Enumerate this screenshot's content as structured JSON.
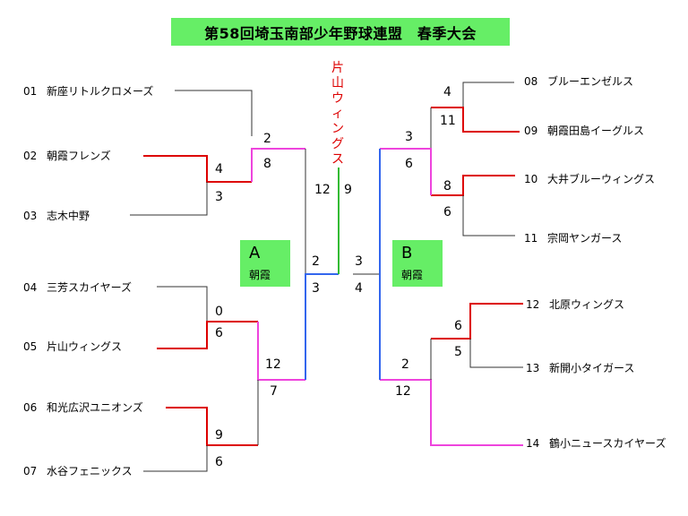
{
  "title": "第58回埼玉南部少年野球連盟　春季大会",
  "champion": "片山ウィングス",
  "colors": {
    "title_bg": "#66ee66",
    "winner_red": "#dd0000",
    "magenta": "#ee44dd",
    "blue": "#3366ee",
    "green": "#33bb33",
    "plain": "#333333"
  },
  "teams_left": [
    {
      "num": "01",
      "name": "新座リトルクロメーズ"
    },
    {
      "num": "02",
      "name": "朝霞フレンズ"
    },
    {
      "num": "03",
      "name": "志木中野"
    },
    {
      "num": "04",
      "name": "三芳スカイヤーズ"
    },
    {
      "num": "05",
      "name": "片山ウィングス"
    },
    {
      "num": "06",
      "name": "和光広沢ユニオンズ"
    },
    {
      "num": "07",
      "name": "水谷フェニックス"
    }
  ],
  "teams_right": [
    {
      "num": "08",
      "name": "ブルーエンゼルス"
    },
    {
      "num": "09",
      "name": "朝霞田島イーグルス"
    },
    {
      "num": "10",
      "name": "大井ブルーウィングス"
    },
    {
      "num": "11",
      "name": "宗岡ヤンガース"
    },
    {
      "num": "12",
      "name": "北原ウィングス"
    },
    {
      "num": "13",
      "name": "新開小タイガース"
    },
    {
      "num": "14",
      "name": "鶴小ニュースカイヤーズ"
    }
  ],
  "blocks": [
    {
      "letter": "A",
      "venue": "朝霞"
    },
    {
      "letter": "B",
      "venue": "朝霞"
    }
  ],
  "scores": {
    "l_r1_02": "4",
    "l_r1_03": "3",
    "l_r2_01": "2",
    "l_r2_w": "8",
    "l_r1_04": "0",
    "l_r1_05": "6",
    "l_r1_06": "9",
    "l_r1_07": "6",
    "l_r2_45": "12",
    "l_r2_67": "7",
    "l_sf_top": "2",
    "l_sf_bot": "3",
    "final_left": "12",
    "final_right": "9",
    "r_r1_08": "4",
    "r_r1_09": "11",
    "r_r1_10": "8",
    "r_r1_11": "6",
    "r_r2_top": "3",
    "r_r2_bot": "6",
    "r_r1_12": "6",
    "r_r1_13": "5",
    "r_r2_1213": "2",
    "r_r2_14": "12",
    "r_sf_top": "3",
    "r_sf_bot": "4"
  }
}
